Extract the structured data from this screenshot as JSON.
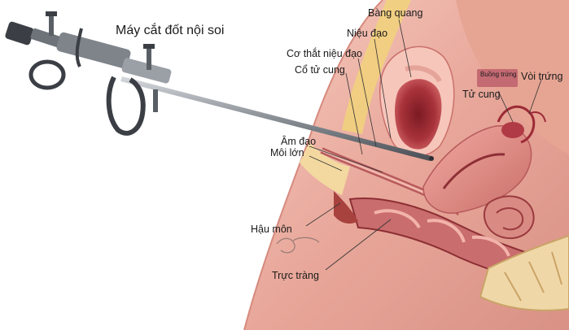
{
  "labels": {
    "device": "Máy cắt đốt nội soi",
    "bladder": "Bàng quang",
    "urethra": "Niệu đạo",
    "urethral_sphincter": "Cơ thắt niệu đạo",
    "cervix": "Cổ tử cung",
    "ovary": "Buồng trứng",
    "fallopian_tube": "Vòi trứng",
    "uterus": "Tử cung",
    "vagina": "Âm đạo",
    "labia_majora": "Môi lớn",
    "anus": "Hậu môn",
    "rectum": "Trực tràng"
  },
  "colors": {
    "flesh": "#e8a79a",
    "flesh_dark": "#c9706a",
    "organ_red": "#a8323a",
    "fat_yellow": "#f1d27a",
    "instrument": "#8a8f96",
    "instrument_dark": "#3b3f45",
    "ovary_label_bg": "#c46a72"
  }
}
